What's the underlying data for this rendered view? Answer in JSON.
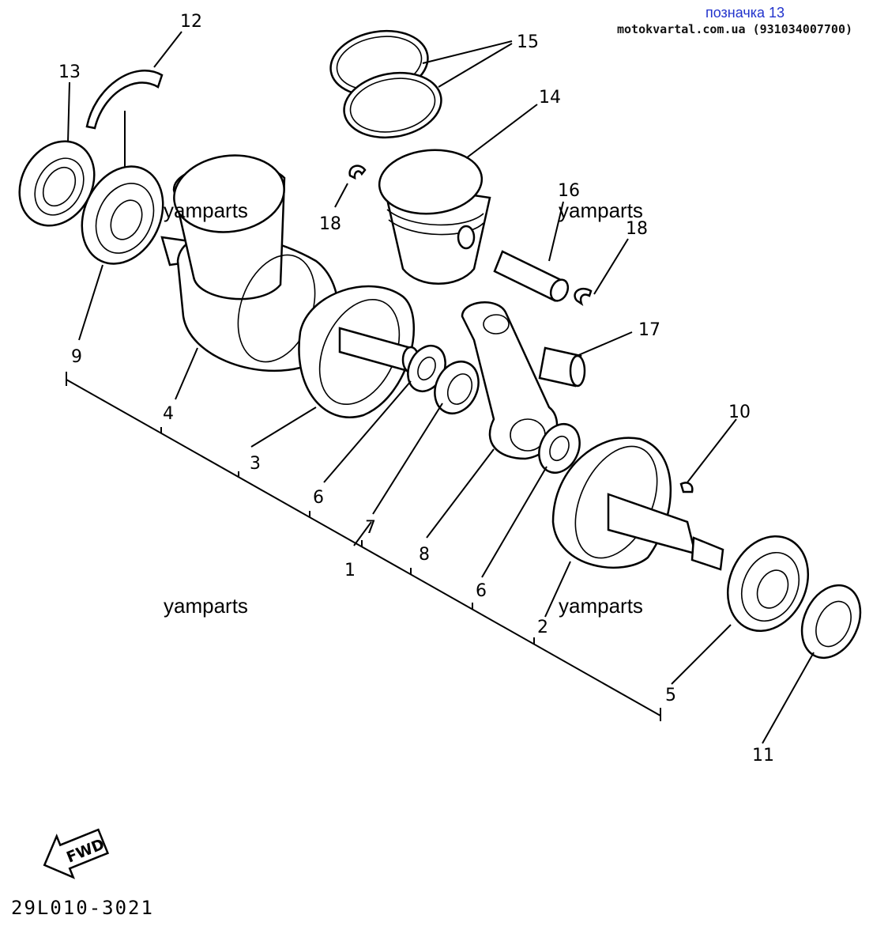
{
  "header": {
    "title": "позначка 13",
    "site": "motokvartal.com.ua (931034007700)"
  },
  "watermarks": [
    "yamparts",
    "yamparts",
    "yamparts",
    "yamparts"
  ],
  "callouts": [
    "12",
    "15",
    "13",
    "14",
    "18",
    "16",
    "18",
    "9",
    "17",
    "4",
    "3",
    "6",
    "10",
    "7",
    "1",
    "8",
    "6",
    "2",
    "5",
    "11"
  ],
  "fwd_label": "FWD",
  "diagram_code": "29L010-3021"
}
